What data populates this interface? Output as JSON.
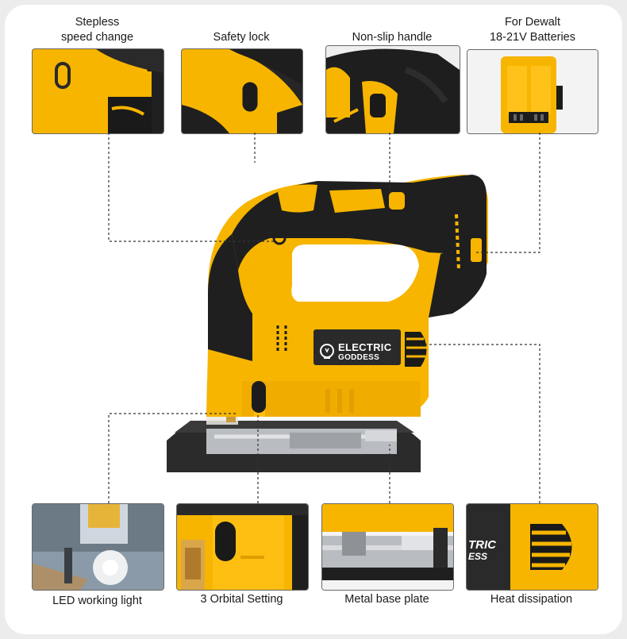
{
  "features_top": [
    {
      "label_line1": "Stepless",
      "label_line2": "speed change"
    },
    {
      "label_line1": "Safety lock"
    },
    {
      "label_line1": "Non-slip handle"
    },
    {
      "label_line1": "For Dewalt",
      "label_line2": "18-21V Batteries"
    }
  ],
  "features_bottom": [
    {
      "label": "LED working light"
    },
    {
      "label": "3 Orbital Setting"
    },
    {
      "label": "Metal base plate"
    },
    {
      "label": "Heat dissipation"
    }
  ],
  "brand": {
    "line1": "ELECTRIC",
    "line2": "GODDESS",
    "crop_line1": "TRIC",
    "crop_line2": "ESS"
  },
  "colors": {
    "yellow": "#f7b500",
    "black": "#1f1f1f",
    "steel": "#b9bcc0"
  }
}
